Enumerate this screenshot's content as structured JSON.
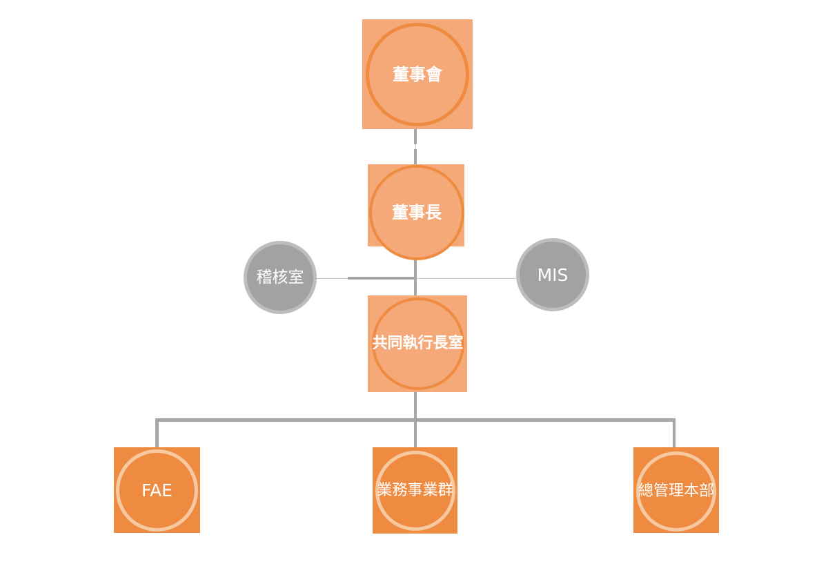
{
  "colors": {
    "page-bg": "#FFFFFF",
    "orange-light": "#F5A978",
    "orange-dark": "#EF8B41",
    "peach-ring": "#F7C9A1",
    "gray-node": "#A2A2A2",
    "gray-node-ring": "#BDBDBD",
    "connector": "#A6A6A6",
    "connector-thin": "#C6C6C6",
    "label-text": "#FFFFFF"
  },
  "org_chart": {
    "type": "organization-chart",
    "nodes": {
      "board": {
        "label": "董事會",
        "level": 1,
        "style": "light-orange-square-circle"
      },
      "chairman": {
        "label": "董事長",
        "level": 2,
        "style": "light-orange-square-circle"
      },
      "audit": {
        "label": "稽核室",
        "level": 2,
        "style": "gray-circle"
      },
      "mis": {
        "label": "MIS",
        "level": 2,
        "style": "gray-circle"
      },
      "co_ceo": {
        "label": "共同執行長室",
        "level": 3,
        "style": "light-orange-square-circle"
      },
      "fae": {
        "label": "FAE",
        "level": 4,
        "style": "dark-orange-square-circle"
      },
      "sales": {
        "label": "業務事業群",
        "level": 4,
        "style": "dark-orange-square-circle"
      },
      "hq": {
        "label": "總管理本部",
        "level": 4,
        "style": "dark-orange-square-circle"
      }
    },
    "edges": [
      {
        "from": "board",
        "to": "chairman"
      },
      {
        "from": "chairman",
        "to": "co_ceo"
      },
      {
        "from": "audit",
        "to": "mis",
        "note": "thin staff line crossing chairman-coceo connector"
      },
      {
        "from": "co_ceo",
        "to": "fae"
      },
      {
        "from": "co_ceo",
        "to": "sales"
      },
      {
        "from": "co_ceo",
        "to": "hq"
      }
    ]
  }
}
